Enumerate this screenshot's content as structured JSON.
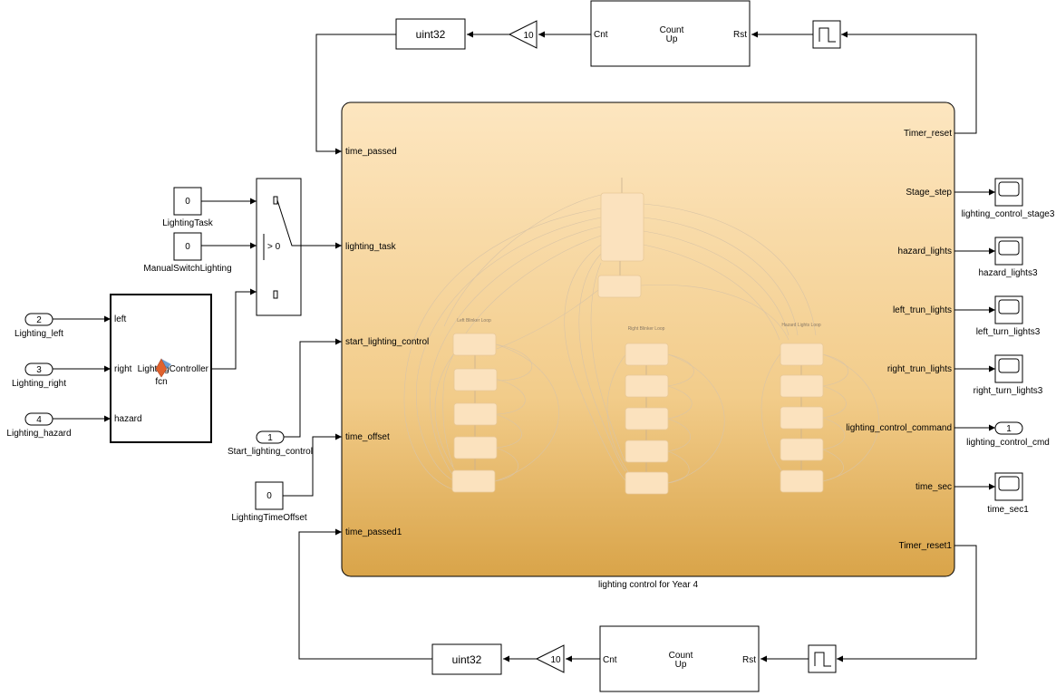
{
  "top_loop": {
    "convert_label": "uint32",
    "gain_value": "10",
    "counter_in": "Cnt",
    "counter_title_1": "Count",
    "counter_title_2": "Up",
    "counter_rst": "Rst"
  },
  "bottom_loop": {
    "convert_label": "uint32",
    "gain_value": "10",
    "counter_in": "Cnt",
    "counter_title_1": "Count",
    "counter_title_2": "Up",
    "counter_rst": "Rst"
  },
  "inputs": {
    "lighting_task_const": {
      "value": "0",
      "label": "LightingTask"
    },
    "manual_switch_const": {
      "value": "0",
      "label": "ManualSwitchLighting"
    },
    "switch_threshold": "> 0",
    "lighting_left": {
      "port": "2",
      "label": "Lighting_left"
    },
    "lighting_right": {
      "port": "3",
      "label": "Lighting_right"
    },
    "lighting_hazard": {
      "port": "4",
      "label": "Lighting_hazard"
    },
    "start_lighting_control": {
      "port": "1",
      "label": "Start_lighting_control"
    },
    "time_offset_const": {
      "value": "0",
      "label": "LightingTimeOffset"
    }
  },
  "fcn_block": {
    "in_left": "left",
    "in_right": "right",
    "in_hazard": "hazard",
    "out_label": "LightingController",
    "name": "fcn"
  },
  "chart": {
    "name": "lighting control for Year 4",
    "in_ports": [
      "time_passed",
      "lighting_task",
      "start_lighting_control",
      "time_offset",
      "time_passed1"
    ],
    "out_ports": [
      "Timer_reset",
      "Stage_step",
      "hazard_lights",
      "left_trun_lights",
      "right_trun_lights",
      "lighting_control_command",
      "time_sec",
      "Timer_reset1"
    ],
    "loop_left": "Left Blinker Loop",
    "loop_right": "Right Blinker Loop",
    "loop_hazard": "Hazard Lights Loop"
  },
  "outputs": {
    "scope_stage": "lighting_control_stage3",
    "scope_hazard": "hazard_lights3",
    "scope_left": "left_turn_lights3",
    "scope_right": "right_turn_lights3",
    "outport_cmd": {
      "port": "1",
      "label": "lighting_control_cmd"
    },
    "scope_time": "time_sec1"
  }
}
